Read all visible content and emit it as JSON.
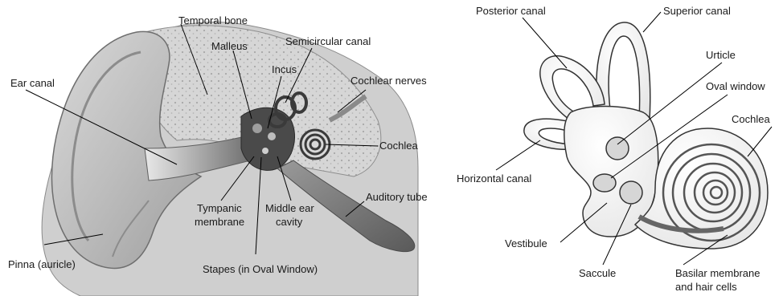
{
  "outer_ear_figure": {
    "labels": {
      "temporal_bone": "Temporal bone",
      "malleus": "Malleus",
      "semicircular_canal": "Semicircular canal",
      "incus": "Incus",
      "ear_canal": "Ear canal",
      "cochlear_nerves": "Cochlear nerves",
      "cochlea": "Cochlea",
      "auditory_tube": "Auditory tube",
      "tympanic_line1": "Tympanic",
      "tympanic_line2": "membrane",
      "middle_ear_line1": "Middle ear",
      "middle_ear_line2": "cavity",
      "pinna": "Pinna (auricle)",
      "stapes": "Stapes (in Oval Window)"
    }
  },
  "inner_ear_figure": {
    "labels": {
      "posterior_canal": "Posterior canal",
      "superior_canal": "Superior canal",
      "urticle": "Urticle",
      "oval_window": "Oval window",
      "cochlea": "Cochlea",
      "horizontal_canal": "Horizontal canal",
      "vestibule": "Vestibule",
      "saccule": "Saccule",
      "basilar_line1": "Basilar membrane",
      "basilar_line2": "and hair cells"
    }
  }
}
